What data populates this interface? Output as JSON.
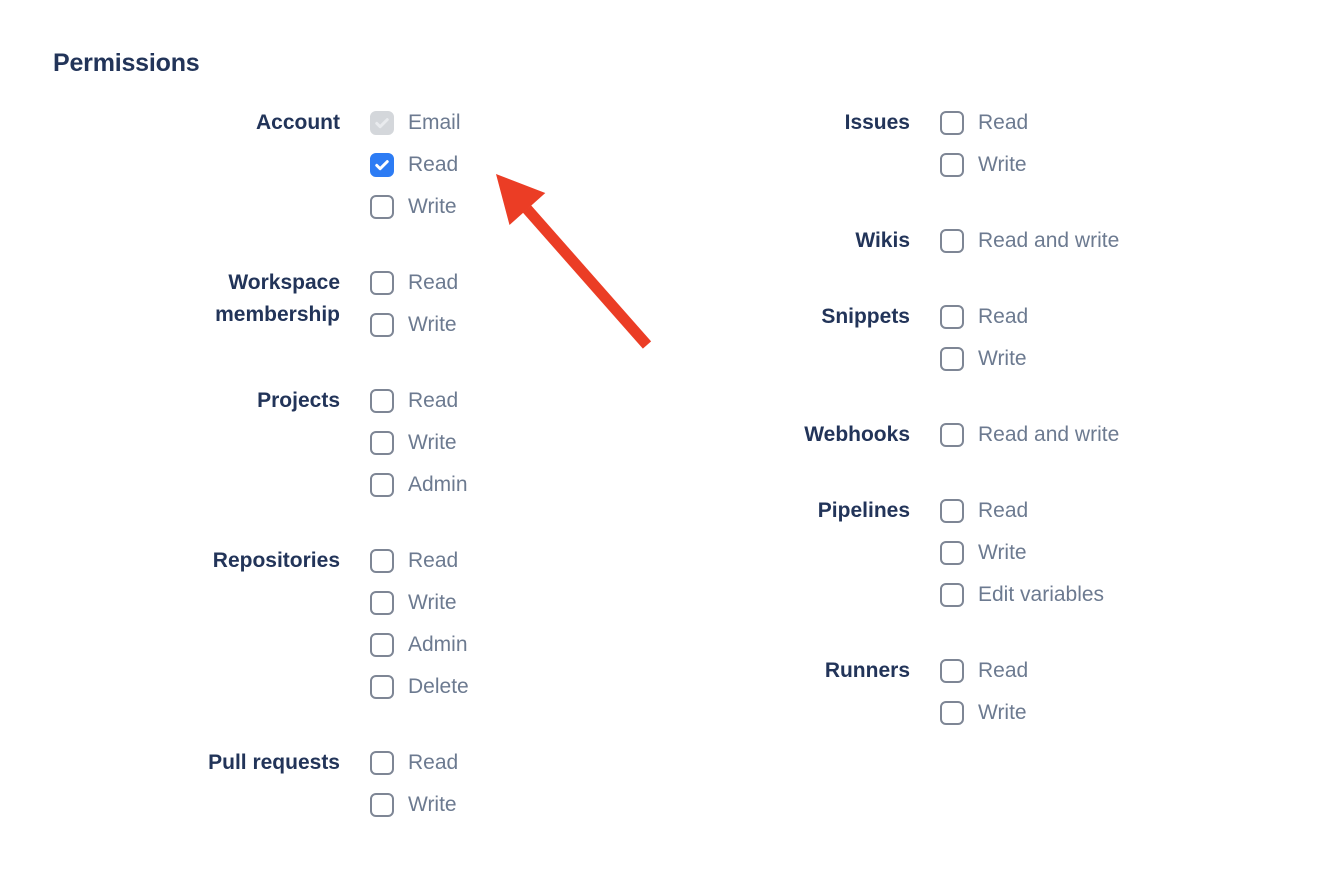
{
  "title": "Permissions",
  "colors": {
    "heading": "#223459",
    "option_label": "#6C7A90",
    "checkbox_border": "#7E8695",
    "checkbox_checked_blue": "#2D7CF4",
    "checkbox_disabled_gray": "#D4D7DB",
    "arrow_red": "#EB3D25"
  },
  "columns": {
    "left": [
      {
        "name": "Account",
        "options": [
          {
            "label": "Email",
            "state": "checked_disabled"
          },
          {
            "label": "Read",
            "state": "checked"
          },
          {
            "label": "Write",
            "state": "unchecked"
          }
        ]
      },
      {
        "name": "Workspace membership",
        "options": [
          {
            "label": "Read",
            "state": "unchecked"
          },
          {
            "label": "Write",
            "state": "unchecked"
          }
        ]
      },
      {
        "name": "Projects",
        "options": [
          {
            "label": "Read",
            "state": "unchecked"
          },
          {
            "label": "Write",
            "state": "unchecked"
          },
          {
            "label": "Admin",
            "state": "unchecked"
          }
        ]
      },
      {
        "name": "Repositories",
        "options": [
          {
            "label": "Read",
            "state": "unchecked"
          },
          {
            "label": "Write",
            "state": "unchecked"
          },
          {
            "label": "Admin",
            "state": "unchecked"
          },
          {
            "label": "Delete",
            "state": "unchecked"
          }
        ]
      },
      {
        "name": "Pull requests",
        "options": [
          {
            "label": "Read",
            "state": "unchecked"
          },
          {
            "label": "Write",
            "state": "unchecked"
          }
        ]
      }
    ],
    "right": [
      {
        "name": "Issues",
        "options": [
          {
            "label": "Read",
            "state": "unchecked"
          },
          {
            "label": "Write",
            "state": "unchecked"
          }
        ]
      },
      {
        "name": "Wikis",
        "options": [
          {
            "label": "Read and write",
            "state": "unchecked"
          }
        ]
      },
      {
        "name": "Snippets",
        "options": [
          {
            "label": "Read",
            "state": "unchecked"
          },
          {
            "label": "Write",
            "state": "unchecked"
          }
        ]
      },
      {
        "name": "Webhooks",
        "options": [
          {
            "label": "Read and write",
            "state": "unchecked"
          }
        ]
      },
      {
        "name": "Pipelines",
        "options": [
          {
            "label": "Read",
            "state": "unchecked"
          },
          {
            "label": "Write",
            "state": "unchecked"
          },
          {
            "label": "Edit variables",
            "state": "unchecked"
          }
        ]
      },
      {
        "name": "Runners",
        "options": [
          {
            "label": "Read",
            "state": "unchecked"
          },
          {
            "label": "Write",
            "state": "unchecked"
          }
        ]
      }
    ]
  },
  "annotation_arrow": {
    "color": "#EB3D25",
    "points_to": "Account Read checkbox"
  }
}
